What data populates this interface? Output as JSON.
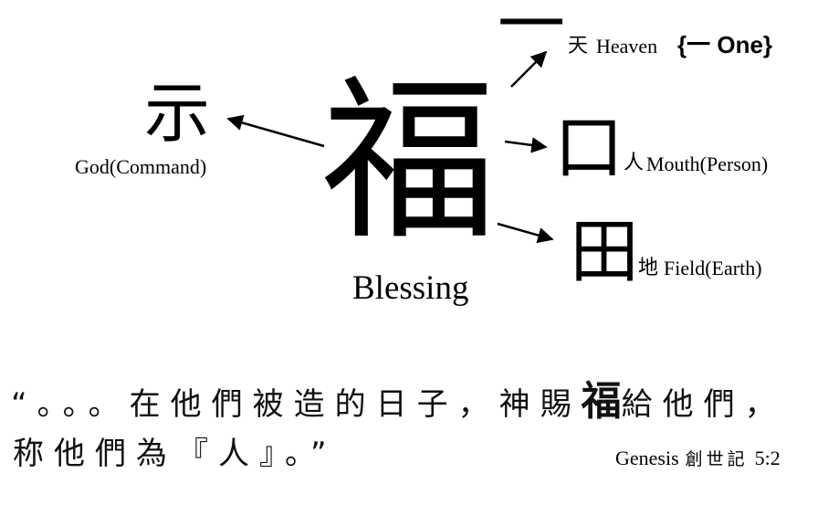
{
  "center": {
    "character": "福",
    "label": "Blessing"
  },
  "components": {
    "god": {
      "character": "示",
      "label": "God(Command)"
    },
    "one": {
      "character": "一",
      "heaven_char": "天",
      "heaven_label": "Heaven",
      "note": "{一 One}"
    },
    "mouth": {
      "character": "口",
      "person_char": "人",
      "label": "Mouth(Person)"
    },
    "field": {
      "character": "田",
      "earth_char": "地",
      "label": "Field(Earth)"
    }
  },
  "quote": {
    "open": "“",
    "line1_pre": "。。。在他們被造的日子，神賜",
    "line1_fu": "福",
    "line1_post": "給他們，",
    "line2": "称他們為『人』。”"
  },
  "citation": {
    "book": "Genesis",
    "chinese": "創世記",
    "ref": "5:2"
  }
}
